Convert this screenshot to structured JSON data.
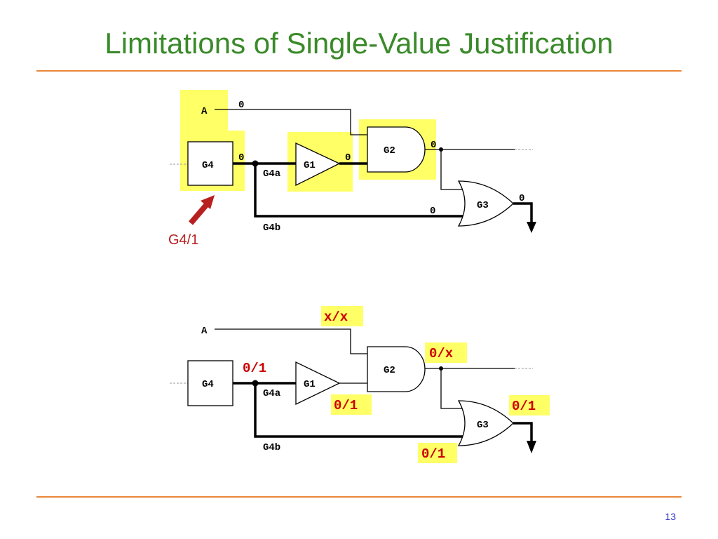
{
  "title": "Limitations of Single-Value Justification",
  "page_number": "13",
  "colors": {
    "title": "#3a8a2a",
    "rule": "#e8863a",
    "highlight": "#ffff66",
    "value": "#cc0000",
    "value_bg": "#ffff66",
    "arrow": "#b82020"
  },
  "top": {
    "inputs": {
      "a": "A"
    },
    "gates": {
      "g4": "G4",
      "g1": "G1",
      "g2": "G2",
      "g3": "G3"
    },
    "branches": {
      "g4a": "G4a",
      "g4b": "G4b"
    },
    "values": {
      "a": "0",
      "g4_out": "0",
      "g1_out": "0",
      "g2_out": "0",
      "g3_out": "0",
      "g3_in": "0"
    },
    "fault": "G4/1"
  },
  "bottom": {
    "inputs": {
      "a": "A"
    },
    "gates": {
      "g4": "G4",
      "g1": "G1",
      "g2": "G2",
      "g3": "G3"
    },
    "branches": {
      "g4a": "G4a",
      "g4b": "G4b"
    },
    "values": {
      "a": "x/x",
      "g4_out": "0/1",
      "g1_out": "0/1",
      "g2_out": "0/x",
      "g3_out": "0/1",
      "g3_in": "0/1"
    }
  }
}
